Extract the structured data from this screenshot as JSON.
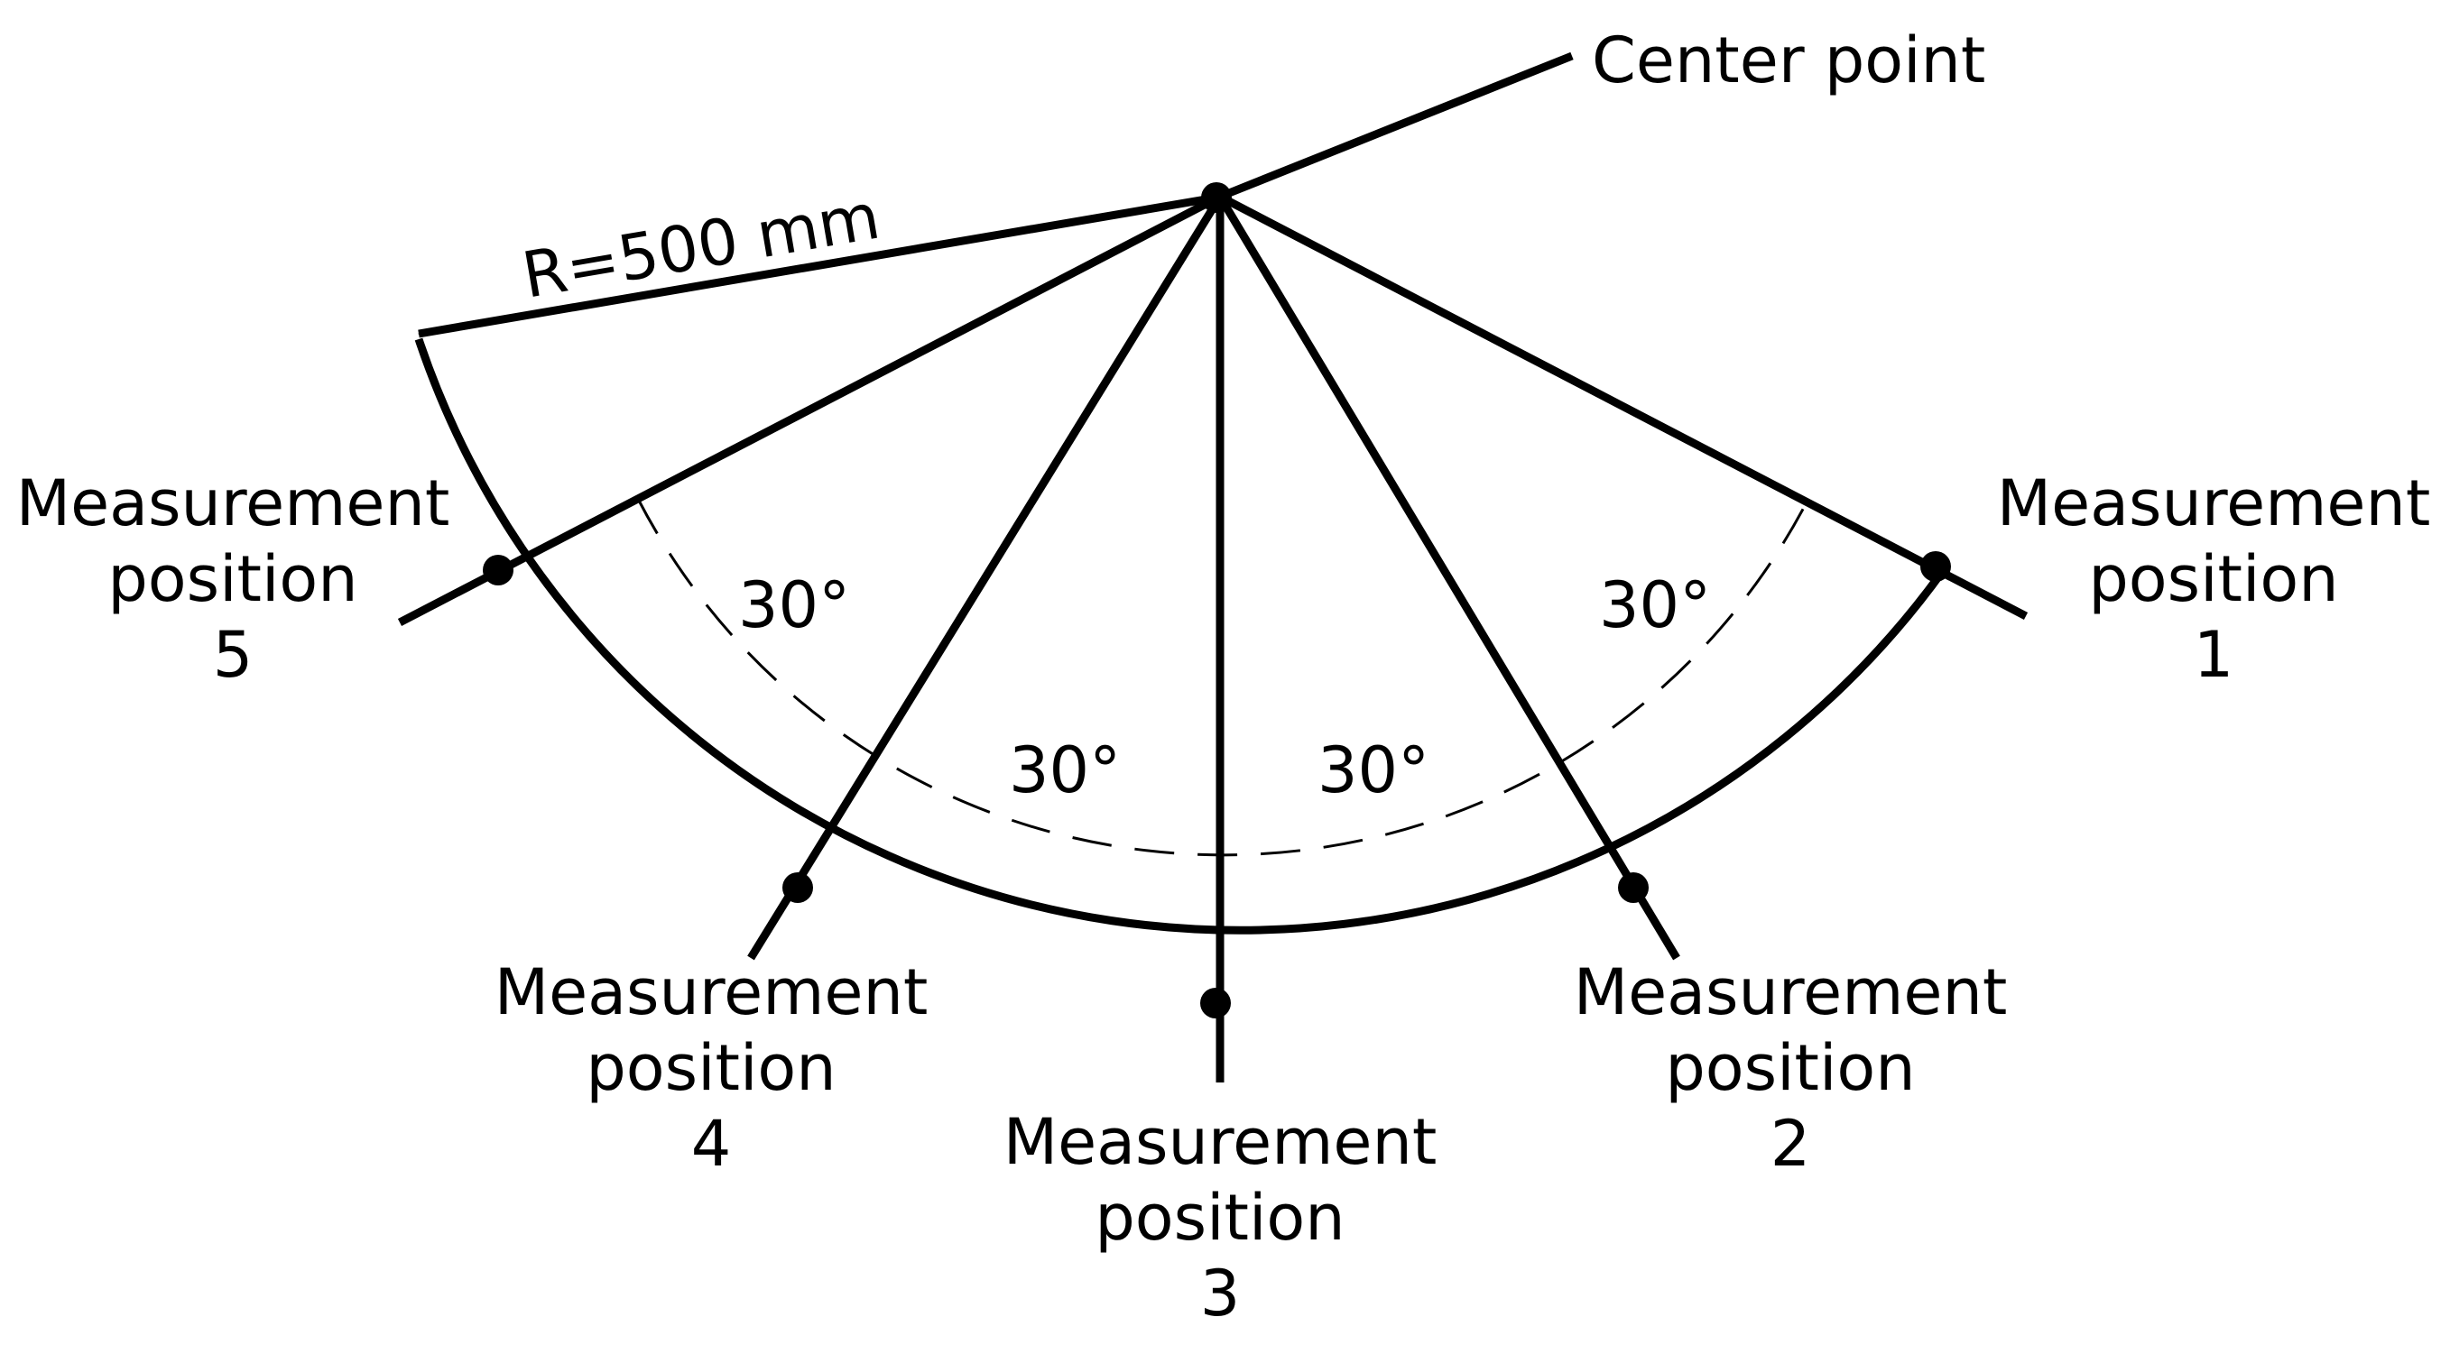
{
  "center_label": "Center point",
  "radius_label": "R=500 mm",
  "angle_label": "30°",
  "positions": [
    {
      "line1": "Measurement",
      "line2": "position",
      "number": "1"
    },
    {
      "line1": "Measurement",
      "line2": "position",
      "number": "2"
    },
    {
      "line1": "Measurement",
      "line2": "position",
      "number": "3"
    },
    {
      "line1": "Measurement",
      "line2": "position",
      "number": "4"
    },
    {
      "line1": "Measurement",
      "line2": "position",
      "number": "5"
    }
  ],
  "colors": {
    "ink": "#000000",
    "background": "#ffffff"
  }
}
